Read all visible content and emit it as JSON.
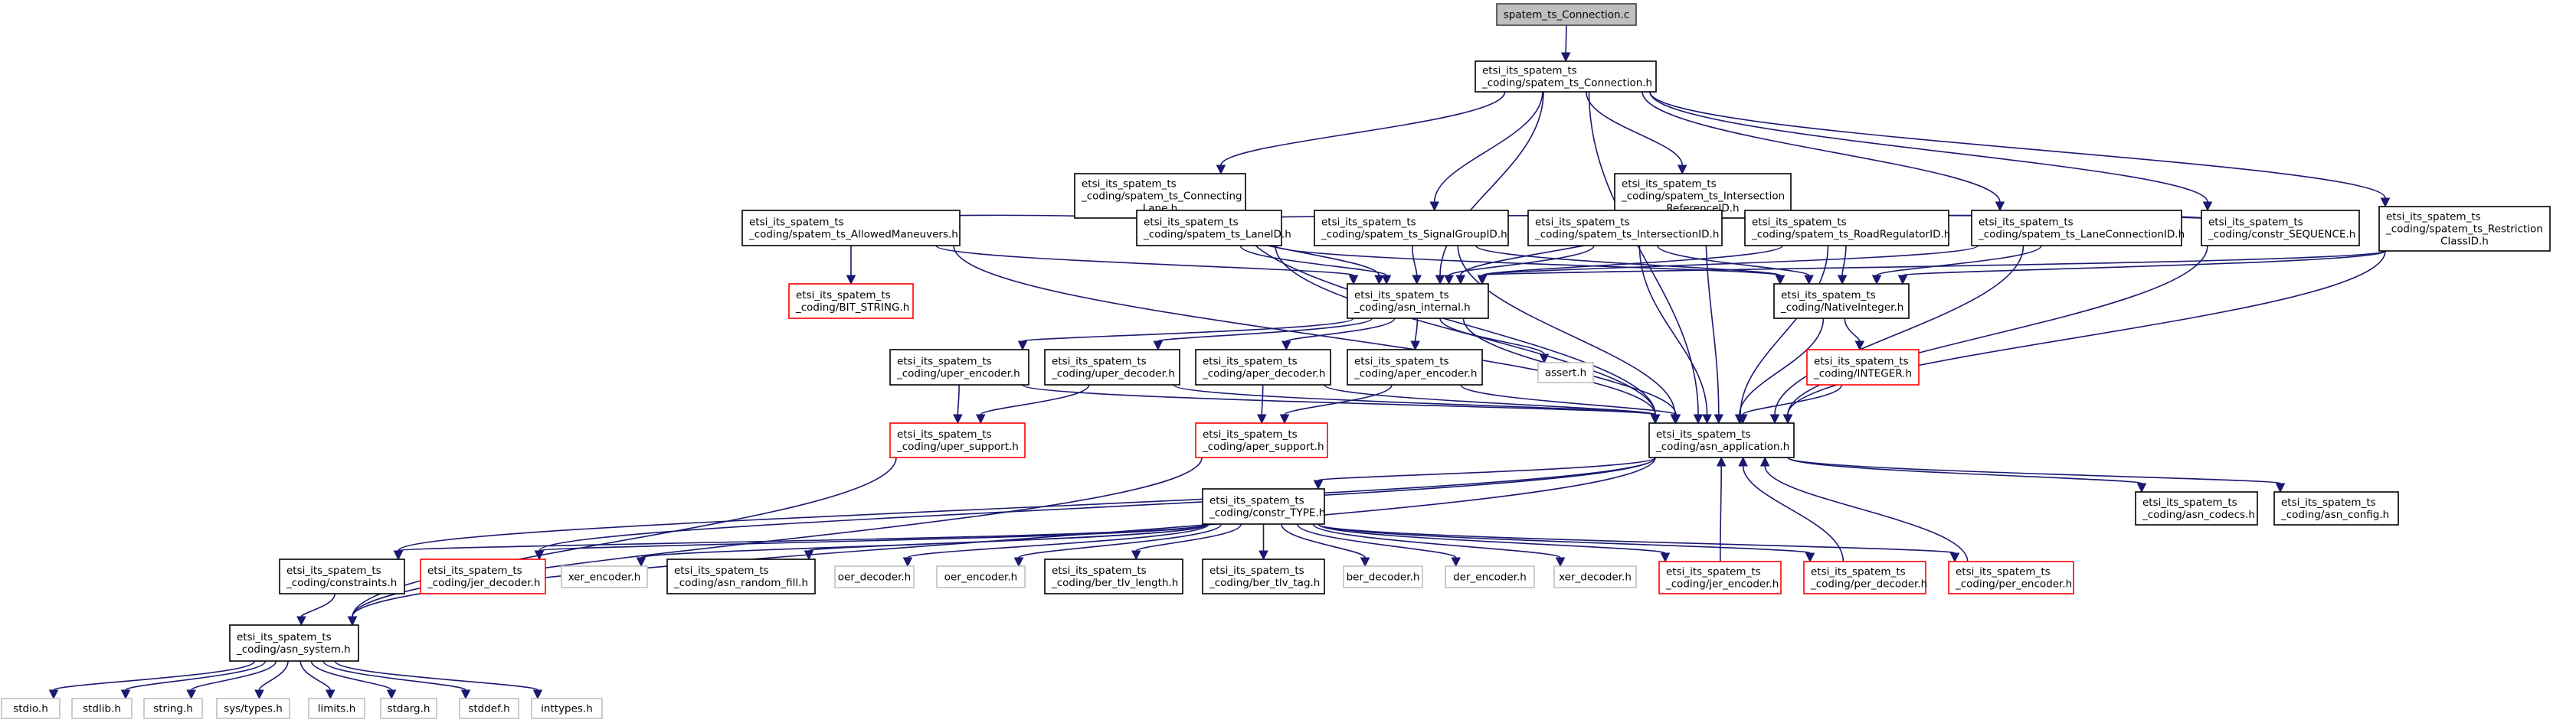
{
  "title": "spatem_ts_Connection.c",
  "colors": {
    "edge": "#191970",
    "root_fill": "#bfbfbf",
    "missing_border": "#ff0000",
    "system_border": "#bfbfbf",
    "node_border": "#000000"
  },
  "nodes": [
    {
      "id": "root",
      "kind": "root",
      "lines": [
        "spatem_ts_Connection.c"
      ]
    },
    {
      "id": "connection",
      "kind": "normal",
      "lines": [
        "etsi_its_spatem_ts",
        "_coding/spatem_ts_Connection.h"
      ]
    },
    {
      "id": "connectinglane",
      "kind": "normal",
      "lines": [
        "etsi_its_spatem_ts",
        "_coding/spatem_ts_Connecting",
        "Lane.h"
      ]
    },
    {
      "id": "intersectionrefid",
      "kind": "normal",
      "lines": [
        "etsi_its_spatem_ts",
        "_coding/spatem_ts_Intersection",
        "ReferenceID.h"
      ]
    },
    {
      "id": "allowedmaneuvers",
      "kind": "normal",
      "lines": [
        "etsi_its_spatem_ts",
        "_coding/spatem_ts_AllowedManeuvers.h"
      ]
    },
    {
      "id": "bitstring",
      "kind": "red",
      "lines": [
        "etsi_its_spatem_ts",
        "_coding/BIT_STRING.h"
      ]
    },
    {
      "id": "laneid",
      "kind": "normal",
      "lines": [
        "etsi_its_spatem_ts",
        "_coding/spatem_ts_LaneID.h"
      ]
    },
    {
      "id": "signalgroupid",
      "kind": "normal",
      "lines": [
        "etsi_its_spatem_ts",
        "_coding/spatem_ts_SignalGroupID.h"
      ]
    },
    {
      "id": "intersectionid",
      "kind": "normal",
      "lines": [
        "etsi_its_spatem_ts",
        "_coding/spatem_ts_IntersectionID.h"
      ]
    },
    {
      "id": "roadregulatorid",
      "kind": "normal",
      "lines": [
        "etsi_its_spatem_ts",
        "_coding/spatem_ts_RoadRegulatorID.h"
      ]
    },
    {
      "id": "laneconnectionid",
      "kind": "normal",
      "lines": [
        "etsi_its_spatem_ts",
        "_coding/spatem_ts_LaneConnectionID.h"
      ]
    },
    {
      "id": "constrsequence",
      "kind": "normal",
      "lines": [
        "etsi_its_spatem_ts",
        "_coding/constr_SEQUENCE.h"
      ]
    },
    {
      "id": "restrictionclassid",
      "kind": "normal",
      "lines": [
        "etsi_its_spatem_ts",
        "_coding/spatem_ts_Restriction",
        "ClassID.h"
      ]
    },
    {
      "id": "asninternal",
      "kind": "normal",
      "lines": [
        "etsi_its_spatem_ts",
        "_coding/asn_internal.h"
      ]
    },
    {
      "id": "nativeinteger",
      "kind": "normal",
      "lines": [
        "etsi_its_spatem_ts",
        "_coding/NativeInteger.h"
      ]
    },
    {
      "id": "uperencoder",
      "kind": "normal",
      "lines": [
        "etsi_its_spatem_ts",
        "_coding/uper_encoder.h"
      ]
    },
    {
      "id": "uperdecoder",
      "kind": "normal",
      "lines": [
        "etsi_its_spatem_ts",
        "_coding/uper_decoder.h"
      ]
    },
    {
      "id": "aperdecoder",
      "kind": "normal",
      "lines": [
        "etsi_its_spatem_ts",
        "_coding/aper_decoder.h"
      ]
    },
    {
      "id": "aperencoder",
      "kind": "normal",
      "lines": [
        "etsi_its_spatem_ts",
        "_coding/aper_encoder.h"
      ]
    },
    {
      "id": "assert",
      "kind": "gray",
      "lines": [
        "assert.h"
      ]
    },
    {
      "id": "integer",
      "kind": "red",
      "lines": [
        "etsi_its_spatem_ts",
        "_coding/INTEGER.h"
      ]
    },
    {
      "id": "upersupport",
      "kind": "red",
      "lines": [
        "etsi_its_spatem_ts",
        "_coding/uper_support.h"
      ]
    },
    {
      "id": "apersupport",
      "kind": "red",
      "lines": [
        "etsi_its_spatem_ts",
        "_coding/aper_support.h"
      ]
    },
    {
      "id": "asnapplication",
      "kind": "normal",
      "lines": [
        "etsi_its_spatem_ts",
        "_coding/asn_application.h"
      ]
    },
    {
      "id": "constrtype",
      "kind": "normal",
      "lines": [
        "etsi_its_spatem_ts",
        "_coding/constr_TYPE.h"
      ]
    },
    {
      "id": "asncodecs",
      "kind": "normal",
      "lines": [
        "etsi_its_spatem_ts",
        "_coding/asn_codecs.h"
      ]
    },
    {
      "id": "asnconfig",
      "kind": "normal",
      "lines": [
        "etsi_its_spatem_ts",
        "_coding/asn_config.h"
      ]
    },
    {
      "id": "constraints",
      "kind": "normal",
      "lines": [
        "etsi_its_spatem_ts",
        "_coding/constraints.h"
      ]
    },
    {
      "id": "jerdecoder",
      "kind": "red",
      "lines": [
        "etsi_its_spatem_ts",
        "_coding/jer_decoder.h"
      ]
    },
    {
      "id": "xerencoder",
      "kind": "gray",
      "lines": [
        "xer_encoder.h"
      ]
    },
    {
      "id": "asnrandomfill",
      "kind": "normal",
      "lines": [
        "etsi_its_spatem_ts",
        "_coding/asn_random_fill.h"
      ]
    },
    {
      "id": "oerdecoder",
      "kind": "gray",
      "lines": [
        "oer_decoder.h"
      ]
    },
    {
      "id": "oerencoder",
      "kind": "gray",
      "lines": [
        "oer_encoder.h"
      ]
    },
    {
      "id": "bertlvlength",
      "kind": "normal",
      "lines": [
        "etsi_its_spatem_ts",
        "_coding/ber_tlv_length.h"
      ]
    },
    {
      "id": "bertlvtag",
      "kind": "normal",
      "lines": [
        "etsi_its_spatem_ts",
        "_coding/ber_tlv_tag.h"
      ]
    },
    {
      "id": "berdecoder",
      "kind": "gray",
      "lines": [
        "ber_decoder.h"
      ]
    },
    {
      "id": "derencoder",
      "kind": "gray",
      "lines": [
        "der_encoder.h"
      ]
    },
    {
      "id": "xerdecoder",
      "kind": "gray",
      "lines": [
        "xer_decoder.h"
      ]
    },
    {
      "id": "jerencoder",
      "kind": "red",
      "lines": [
        "etsi_its_spatem_ts",
        "_coding/jer_encoder.h"
      ]
    },
    {
      "id": "perdecoder",
      "kind": "red",
      "lines": [
        "etsi_its_spatem_ts",
        "_coding/per_decoder.h"
      ]
    },
    {
      "id": "perencoder",
      "kind": "red",
      "lines": [
        "etsi_its_spatem_ts",
        "_coding/per_encoder.h"
      ]
    },
    {
      "id": "asnsystem",
      "kind": "normal",
      "lines": [
        "etsi_its_spatem_ts",
        "_coding/asn_system.h"
      ]
    },
    {
      "id": "stdio",
      "kind": "gray",
      "lines": [
        "stdio.h"
      ]
    },
    {
      "id": "stdlib",
      "kind": "gray",
      "lines": [
        "stdlib.h"
      ]
    },
    {
      "id": "string",
      "kind": "gray",
      "lines": [
        "string.h"
      ]
    },
    {
      "id": "systypes",
      "kind": "gray",
      "lines": [
        "sys/types.h"
      ]
    },
    {
      "id": "limits",
      "kind": "gray",
      "lines": [
        "limits.h"
      ]
    },
    {
      "id": "stdarg",
      "kind": "gray",
      "lines": [
        "stdarg.h"
      ]
    },
    {
      "id": "stddef",
      "kind": "gray",
      "lines": [
        "stddef.h"
      ]
    },
    {
      "id": "inttypes",
      "kind": "gray",
      "lines": [
        "inttypes.h"
      ]
    }
  ],
  "edges": [
    [
      "root",
      "connection"
    ],
    [
      "connection",
      "connectinglane"
    ],
    [
      "connection",
      "intersectionrefid"
    ],
    [
      "connection",
      "signalgroupid"
    ],
    [
      "connection",
      "laneconnectionid"
    ],
    [
      "connection",
      "constrsequence"
    ],
    [
      "connection",
      "restrictionclassid"
    ],
    [
      "connection",
      "asninternal"
    ],
    [
      "connection",
      "asnapplication"
    ],
    [
      "connectinglane",
      "allowedmaneuvers"
    ],
    [
      "connectinglane",
      "laneid"
    ],
    [
      "connectinglane",
      "constrsequence"
    ],
    [
      "connectinglane",
      "asninternal"
    ],
    [
      "connectinglane",
      "asnapplication"
    ],
    [
      "intersectionrefid",
      "intersectionid"
    ],
    [
      "intersectionrefid",
      "roadregulatorid"
    ],
    [
      "intersectionrefid",
      "constrsequence"
    ],
    [
      "intersectionrefid",
      "asninternal"
    ],
    [
      "intersectionrefid",
      "asnapplication"
    ],
    [
      "allowedmaneuvers",
      "bitstring"
    ],
    [
      "allowedmaneuvers",
      "asninternal"
    ],
    [
      "allowedmaneuvers",
      "asnapplication"
    ],
    [
      "laneid",
      "asninternal"
    ],
    [
      "laneid",
      "nativeinteger"
    ],
    [
      "laneid",
      "asnapplication"
    ],
    [
      "signalgroupid",
      "asninternal"
    ],
    [
      "signalgroupid",
      "nativeinteger"
    ],
    [
      "signalgroupid",
      "asnapplication"
    ],
    [
      "intersectionid",
      "asninternal"
    ],
    [
      "intersectionid",
      "nativeinteger"
    ],
    [
      "intersectionid",
      "asnapplication"
    ],
    [
      "roadregulatorid",
      "asninternal"
    ],
    [
      "roadregulatorid",
      "nativeinteger"
    ],
    [
      "roadregulatorid",
      "asnapplication"
    ],
    [
      "laneconnectionid",
      "asninternal"
    ],
    [
      "laneconnectionid",
      "nativeinteger"
    ],
    [
      "laneconnectionid",
      "asnapplication"
    ],
    [
      "constrsequence",
      "asnapplication"
    ],
    [
      "restrictionclassid",
      "asninternal"
    ],
    [
      "restrictionclassid",
      "nativeinteger"
    ],
    [
      "restrictionclassid",
      "asnapplication"
    ],
    [
      "asninternal",
      "uperencoder"
    ],
    [
      "asninternal",
      "uperdecoder"
    ],
    [
      "asninternal",
      "aperdecoder"
    ],
    [
      "asninternal",
      "aperencoder"
    ],
    [
      "asninternal",
      "assert"
    ],
    [
      "asninternal",
      "asnapplication"
    ],
    [
      "nativeinteger",
      "integer"
    ],
    [
      "nativeinteger",
      "asnapplication"
    ],
    [
      "integer",
      "asnapplication"
    ],
    [
      "uperencoder",
      "upersupport"
    ],
    [
      "uperencoder",
      "asnapplication"
    ],
    [
      "uperdecoder",
      "upersupport"
    ],
    [
      "uperdecoder",
      "asnapplication"
    ],
    [
      "aperdecoder",
      "apersupport"
    ],
    [
      "aperdecoder",
      "asnapplication"
    ],
    [
      "aperencoder",
      "apersupport"
    ],
    [
      "aperencoder",
      "asnapplication"
    ],
    [
      "upersupport",
      "asnsystem"
    ],
    [
      "apersupport",
      "asnsystem"
    ],
    [
      "asnapplication",
      "constrtype"
    ],
    [
      "asnapplication",
      "asncodecs"
    ],
    [
      "asnapplication",
      "asnconfig"
    ],
    [
      "asnapplication",
      "asnsystem"
    ],
    [
      "asnapplication",
      "constraints"
    ],
    [
      "asnapplication",
      "jerdecoder"
    ],
    [
      "constrtype",
      "constraints"
    ],
    [
      "constrtype",
      "jerdecoder"
    ],
    [
      "constrtype",
      "xerencoder"
    ],
    [
      "constrtype",
      "asnrandomfill"
    ],
    [
      "constrtype",
      "oerdecoder"
    ],
    [
      "constrtype",
      "oerencoder"
    ],
    [
      "constrtype",
      "bertlvlength"
    ],
    [
      "constrtype",
      "bertlvtag"
    ],
    [
      "constrtype",
      "berdecoder"
    ],
    [
      "constrtype",
      "derencoder"
    ],
    [
      "constrtype",
      "xerdecoder"
    ],
    [
      "constrtype",
      "jerencoder"
    ],
    [
      "constrtype",
      "perdecoder"
    ],
    [
      "constrtype",
      "perencoder"
    ],
    [
      "jerencoder",
      "asnapplication"
    ],
    [
      "perdecoder",
      "asnapplication"
    ],
    [
      "perencoder",
      "asnapplication"
    ],
    [
      "constraints",
      "asnsystem"
    ],
    [
      "asnsystem",
      "stdio"
    ],
    [
      "asnsystem",
      "stdlib"
    ],
    [
      "asnsystem",
      "string"
    ],
    [
      "asnsystem",
      "systypes"
    ],
    [
      "asnsystem",
      "limits"
    ],
    [
      "asnsystem",
      "stdarg"
    ],
    [
      "asnsystem",
      "stddef"
    ],
    [
      "asnsystem",
      "inttypes"
    ]
  ]
}
